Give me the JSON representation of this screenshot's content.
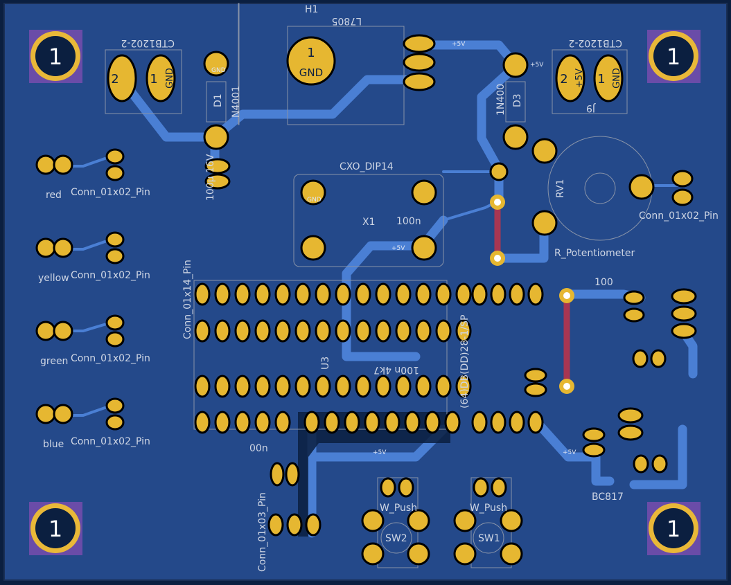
{
  "colors": {
    "background": "#0b1f40",
    "board": "#24498a",
    "copper": "#4a7fd4",
    "pad": "#e6b731",
    "pad_ring": "#000000",
    "silk": "#cfd6e4",
    "silk_dim": "#8893a8",
    "mount_bg": "#6a4ca8",
    "mount_ring": "#e9b838",
    "via_red": "#d43040"
  },
  "mounting_holes": [
    {
      "label": "1"
    },
    {
      "label": "1"
    },
    {
      "label": "1"
    },
    {
      "label": "1"
    }
  ],
  "labels": {
    "h1": "H1",
    "l7805": "L7805",
    "ctb_left": "CTB1202-2",
    "ctb_right": "CTB1202-2",
    "j9": "J9",
    "d1": "D1",
    "n4001": "N4001",
    "d3": "D3",
    "n4400": "1N400",
    "cxo": "CXO_DIP14",
    "x1": "X1",
    "rv1": "RV1",
    "potentiometer": "R_Potentiometer",
    "cap_100u": "100µ 16V",
    "conn_red": "Conn_01x02_Pin",
    "conn_yellow": "Conn_01x02_Pin",
    "conn_green": "Conn_01x02_Pin",
    "conn_blue": "Conn_01x02_Pin",
    "conn_right": "Conn_01x02_Pin",
    "red": "red",
    "yellow": "yellow",
    "green": "green",
    "blue": "blue",
    "conn_14": "Conn_01x14_Pin",
    "u3": "U3",
    "mcu": "(64)DB(DD)28-1/SP",
    "conn_03": "Conn_01x03_Pin",
    "sw_push_2": "W_Push",
    "sw_push_1": "W_Push",
    "sw2": "SW2",
    "sw1": "SW1",
    "bc817": "BC817",
    "c100n_a": "100n",
    "c100n_b": "100n 4k7",
    "c100n_c": "00n",
    "r100": "100",
    "plus5v": "+5V",
    "gnd": "GND",
    "one": "1",
    "two": "2"
  }
}
